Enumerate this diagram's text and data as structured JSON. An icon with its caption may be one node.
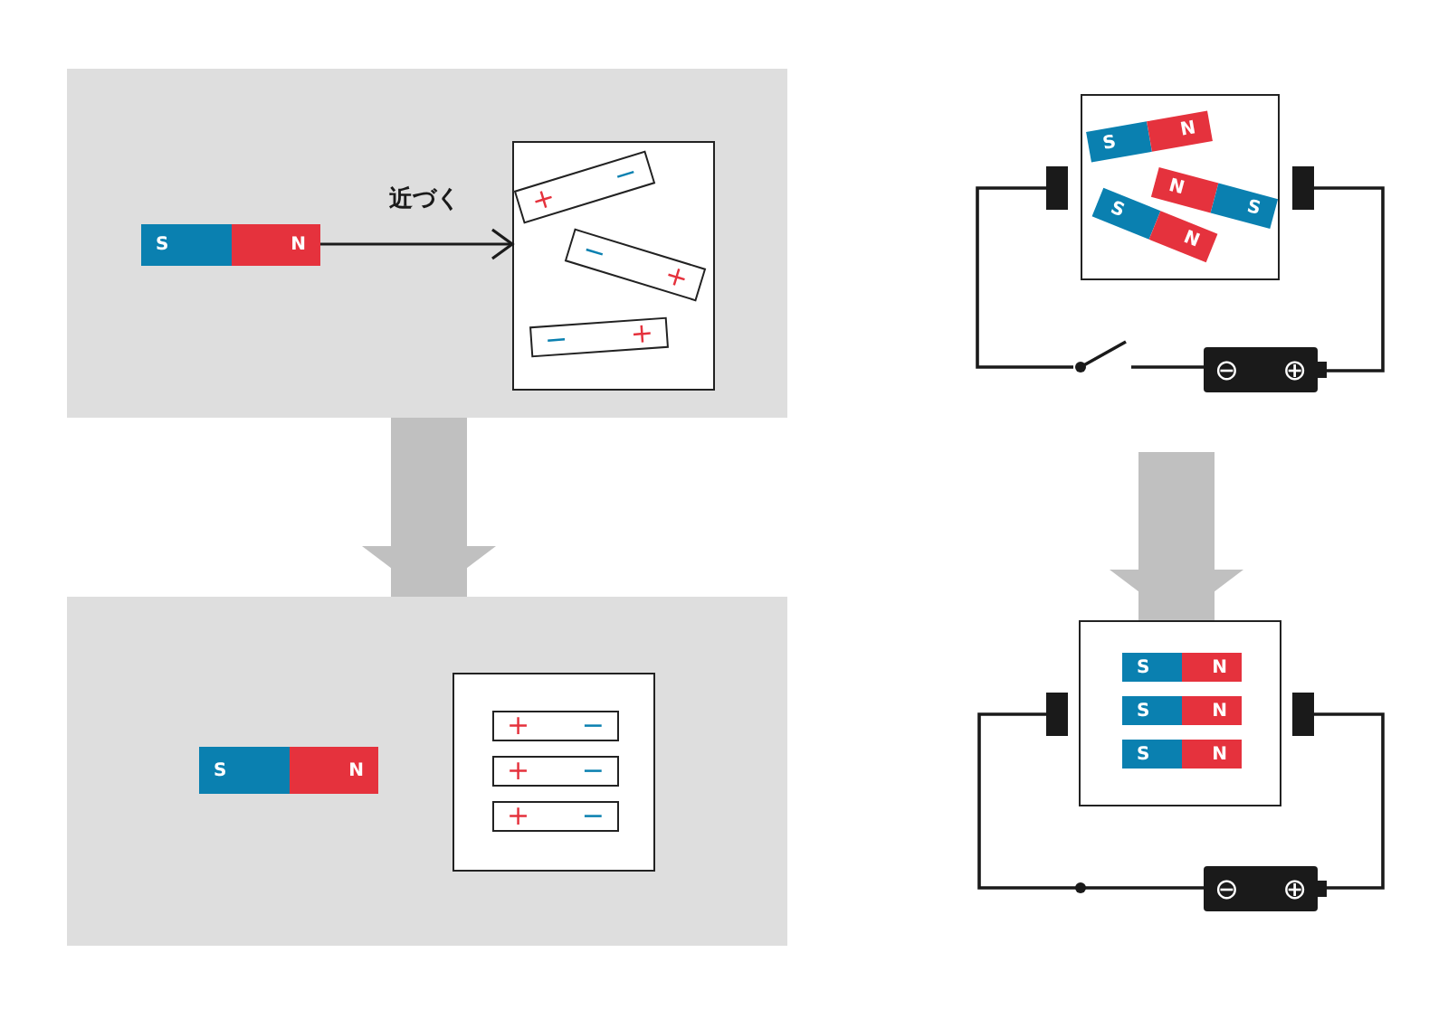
{
  "diagram": {
    "nodes": [
      {
        "text": [],
        "shape": "box"
      },
      {
        "text": [
          "S",
          "N"
        ],
        "in": 0
      },
      {
        "text": [],
        "shape": "box",
        "in": 0
      },
      {
        "text": [
          "+",
          "−"
        ],
        "in": 2
      },
      {
        "text": [
          "−",
          "+"
        ],
        "in": 2
      },
      {
        "text": [
          "−",
          "+"
        ],
        "in": 2
      },
      {
        "text": [],
        "shape": "box"
      },
      {
        "text": [
          "S",
          "N"
        ],
        "in": 6
      },
      {
        "text": [
          "N",
          "S"
        ],
        "in": 6
      },
      {
        "text": [
          "S",
          "N"
        ],
        "in": 6
      },
      {
        "text": [],
        "shape": "bar"
      },
      {
        "text": [],
        "shape": "bar"
      },
      {
        "text": [
          "⊖",
          "⊕"
        ]
      },
      {
        "text": [],
        "shape": "box"
      },
      {
        "text": [
          "S",
          "N"
        ],
        "in": 13
      },
      {
        "text": [],
        "shape": "box",
        "in": 13
      },
      {
        "text": [
          "+",
          "−"
        ],
        "in": 15
      },
      {
        "text": [
          "+",
          "−"
        ],
        "in": 15
      },
      {
        "text": [
          "+",
          "−"
        ],
        "in": 15
      },
      {
        "text": [],
        "shape": "box"
      },
      {
        "text": [
          "S",
          "N"
        ],
        "in": 19
      },
      {
        "text": [
          "S",
          "N"
        ],
        "in": 19
      },
      {
        "text": [
          "S",
          "N"
        ],
        "in": 19
      },
      {
        "text": [],
        "shape": "bar"
      },
      {
        "text": [],
        "shape": "bar"
      },
      {
        "text": [
          "⊖",
          "⊕"
        ]
      },
      {
        "text": [],
        "shape": "switch"
      }
    ],
    "edges": [
      {
        "from": 1,
        "to": 2,
        "arrow": "to",
        "label": "近づく"
      },
      {
        "from": 10,
        "to": 26,
        "arrow": "none"
      },
      {
        "from": 26,
        "to": 12,
        "arrow": "none"
      },
      {
        "from": 11,
        "to": 12,
        "arrow": "none"
      },
      {
        "from": 0,
        "to": 13,
        "arrow": "to",
        "style": "thick",
        "color": "#c0c0c0"
      },
      {
        "from": null,
        "to": 19,
        "arrow": "to",
        "style": "thick",
        "color": "#c0c0c0"
      },
      {
        "from": 23,
        "to": 25,
        "arrow": "none"
      },
      {
        "from": 24,
        "to": 25,
        "arrow": "none"
      }
    ]
  }
}
